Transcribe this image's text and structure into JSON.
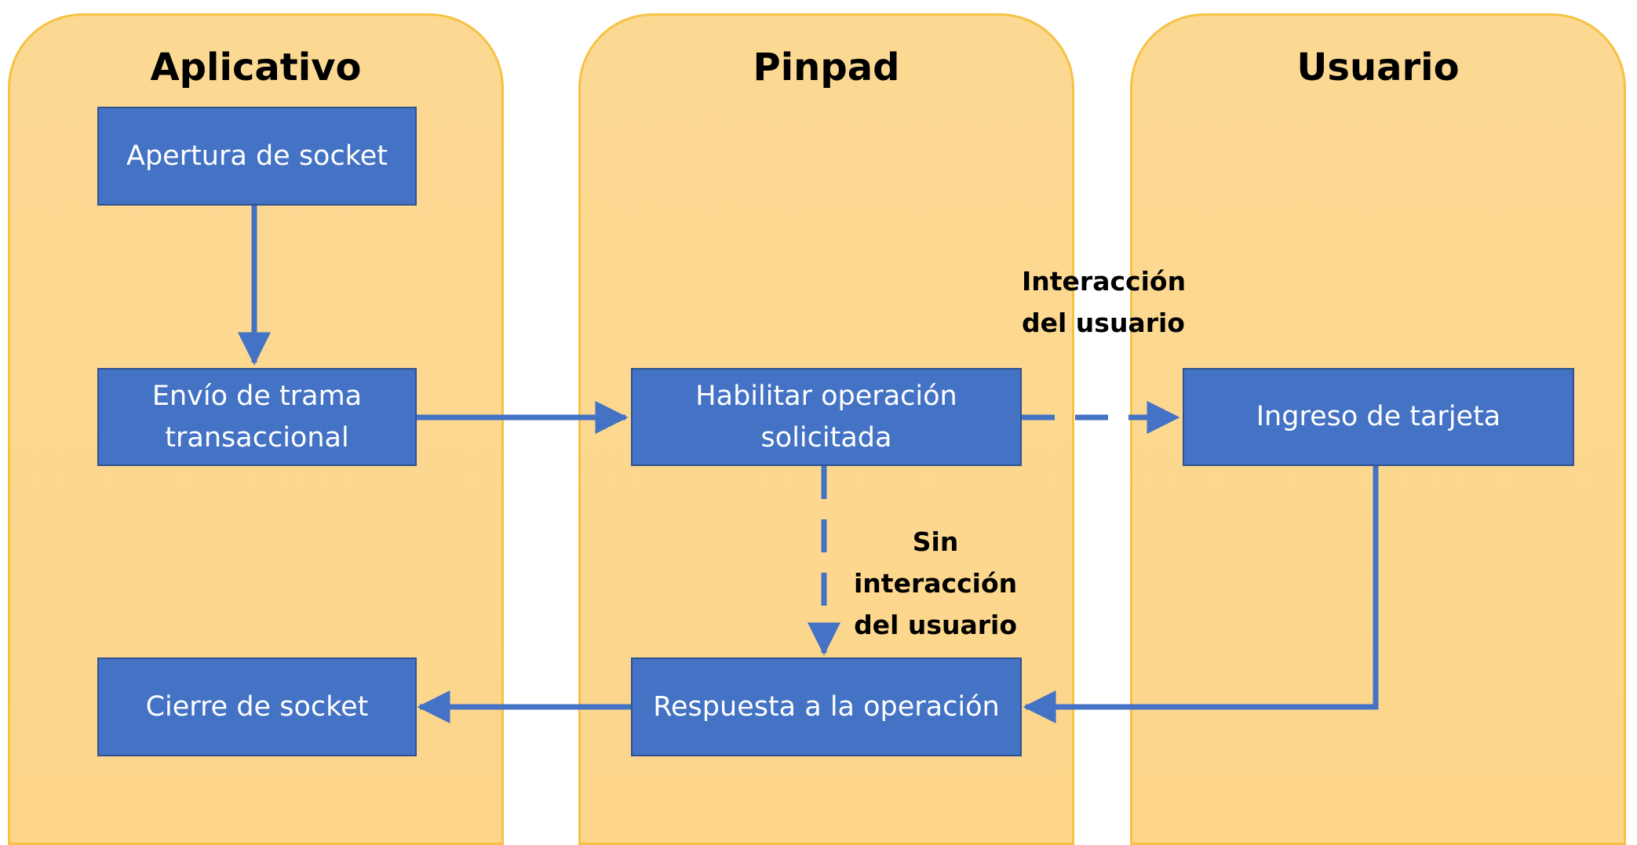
{
  "lanes": [
    {
      "title": "Aplicativo"
    },
    {
      "title": "Pinpad"
    },
    {
      "title": "Usuario"
    }
  ],
  "boxes": {
    "apertura": "Apertura de socket",
    "envio": "Envío de trama\ntransaccional",
    "cierre": "Cierre de socket",
    "habilitar": "Habilitar operación\nsolicitada",
    "respuesta": "Respuesta a la operación",
    "ingreso": "Ingreso de tarjeta"
  },
  "labels": {
    "interaccion": "Interacción\ndel usuario",
    "sin_interaccion": "Sin\ninteracción\ndel usuario"
  },
  "colors": {
    "lane_fill": "#fdd68c",
    "lane_border": "#f6c245",
    "box_fill": "#4472c4",
    "box_border": "#2f528f",
    "arrow": "#4472c4"
  }
}
